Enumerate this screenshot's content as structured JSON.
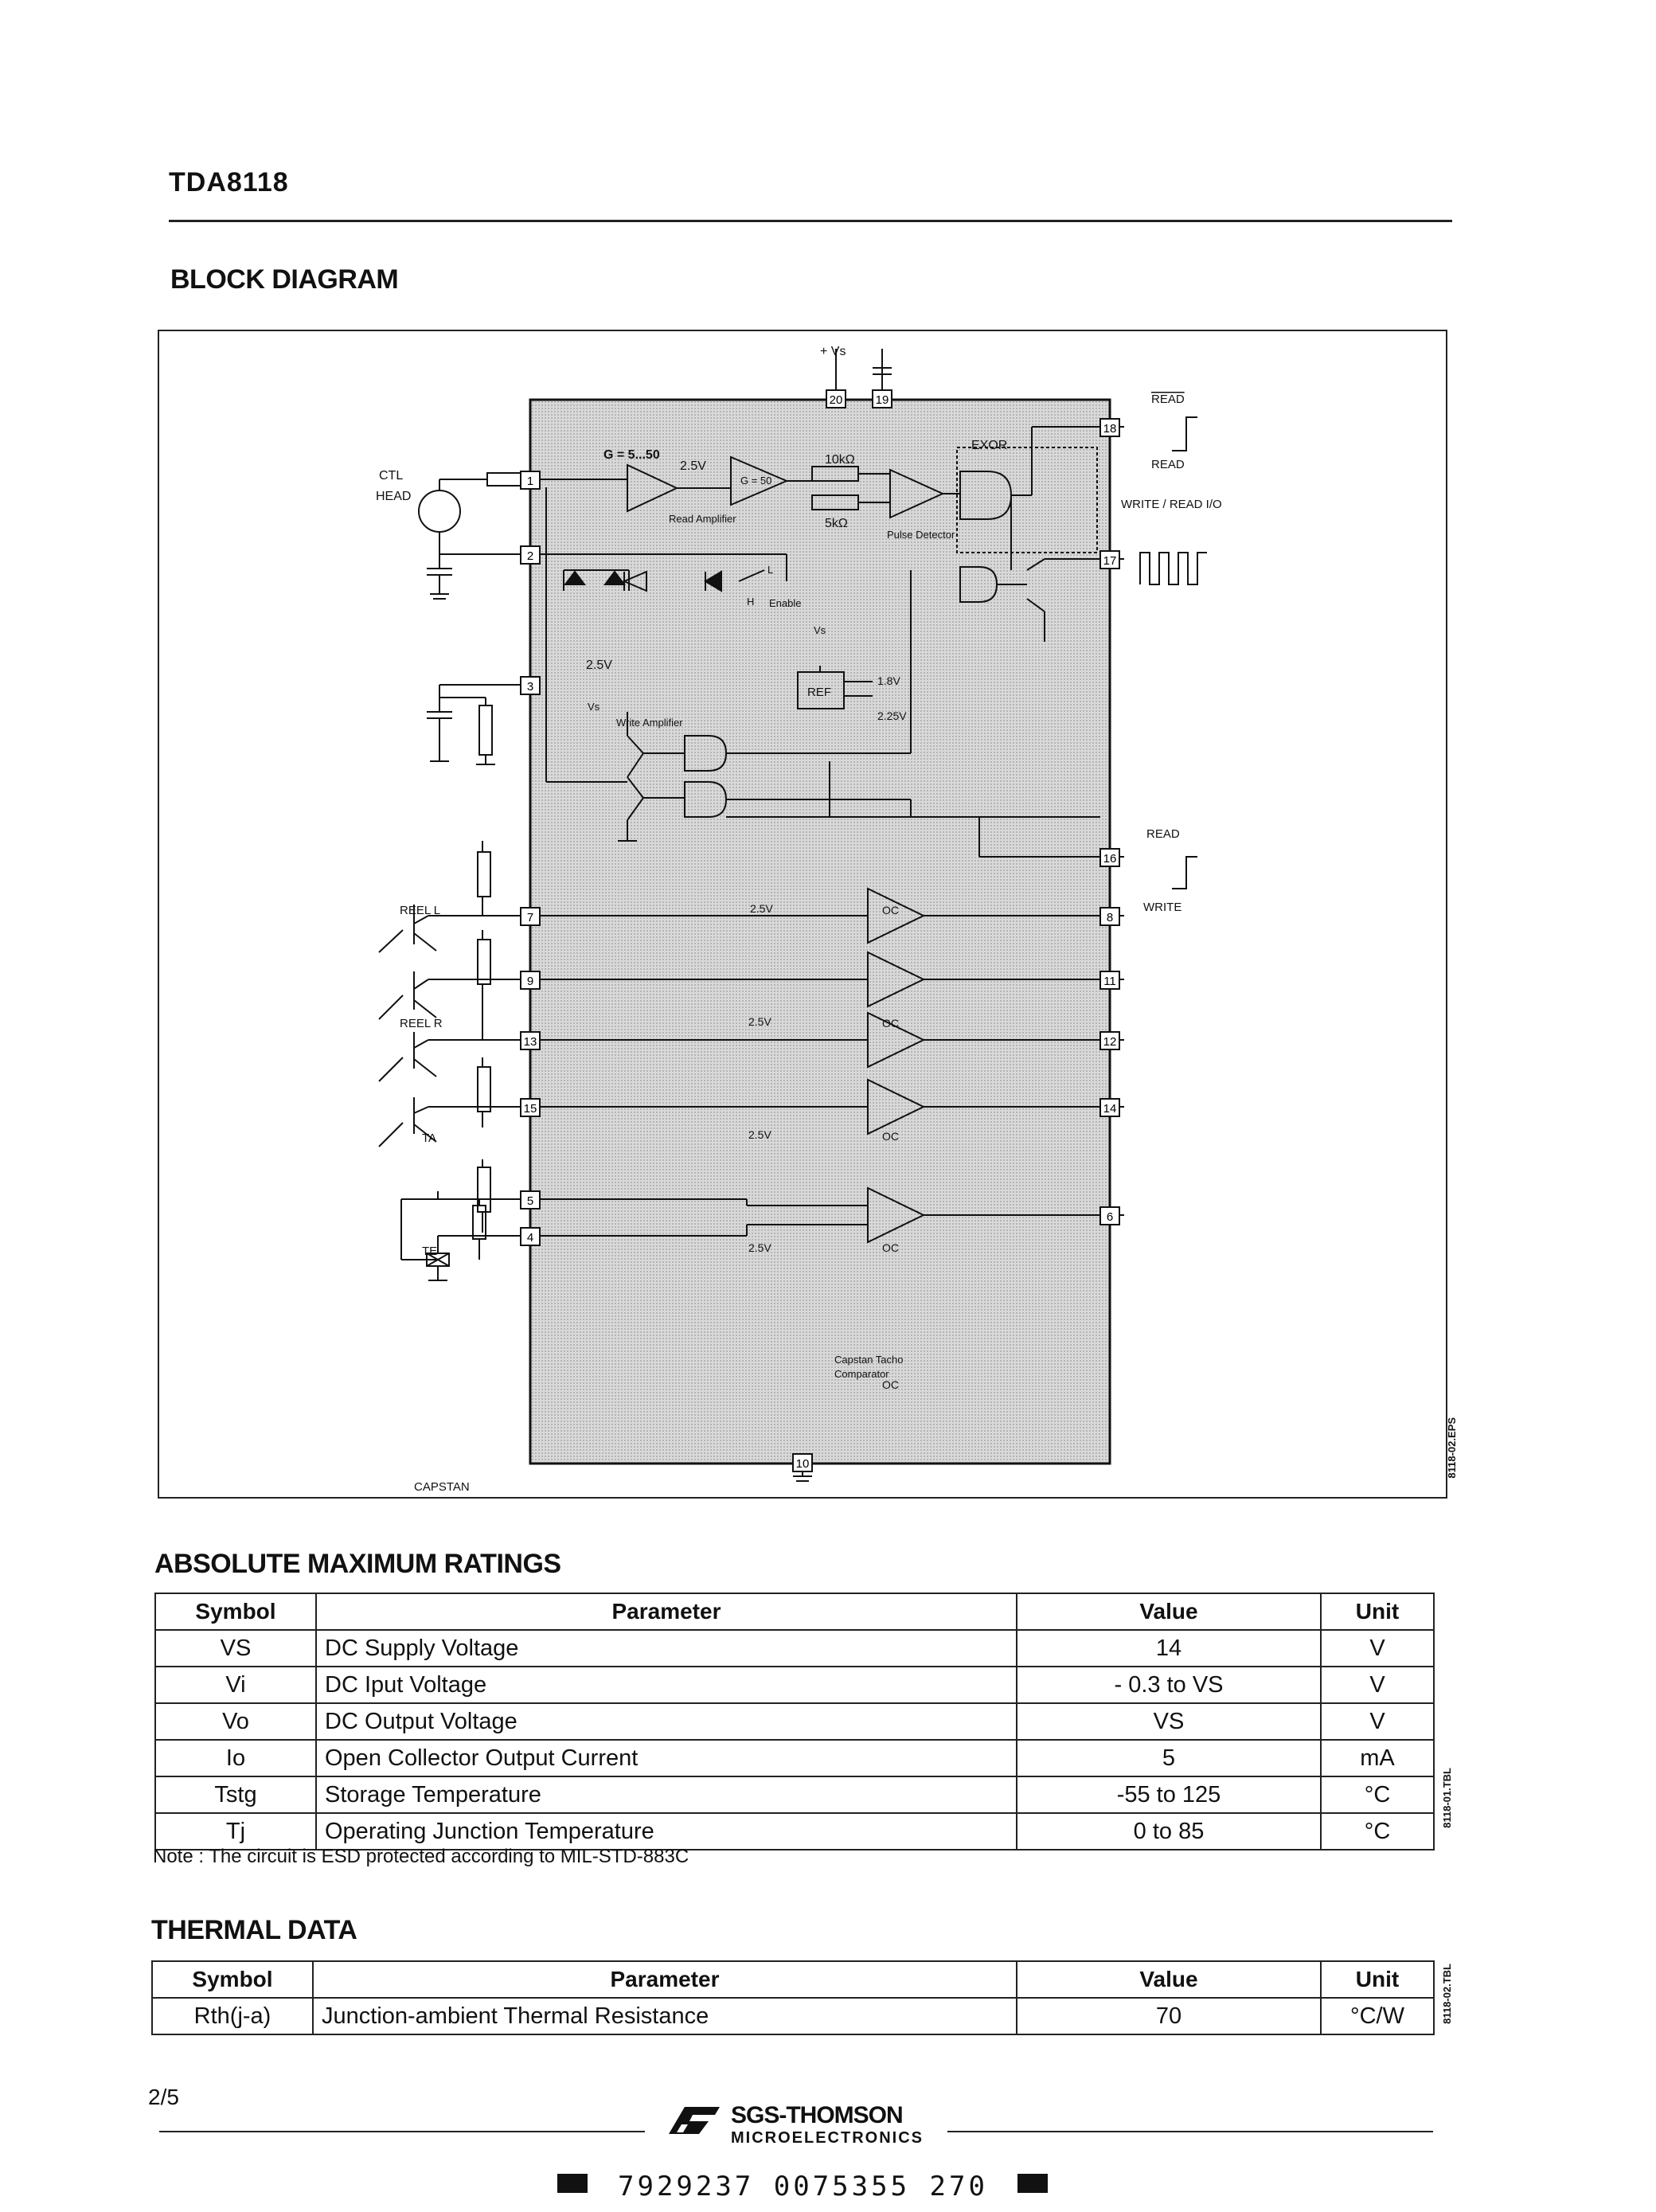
{
  "header": {
    "title": "TDA8118"
  },
  "block_diagram": {
    "heading": "BLOCK DIAGRAM",
    "side_code": "8118-02.EPS",
    "labels": {
      "vs_top": "+ Vs",
      "ctl_head": [
        "CTL",
        "HEAD"
      ],
      "gain": "G = 5...50",
      "v25": "2.5V",
      "g50": "G = 50",
      "r10k": "10kΩ",
      "r5k": "5kΩ",
      "exor": "EXOR",
      "read_amp": "Read Amplifier",
      "pulse_det": "Pulse Detector",
      "enable": "Enable",
      "l": "L",
      "h": "H",
      "vs": "Vs",
      "ref": "REF",
      "v18": "1.8V",
      "v225": "2.25V",
      "write_amp": "Write Amplifier",
      "read_bar": "READ",
      "read": "READ",
      "write_read_io": "WRITE / READ I/O",
      "read2": "READ",
      "write": "WRITE",
      "reel_l": "REEL L",
      "reel_r": "REEL R",
      "ta": "TA",
      "te": "TE",
      "oc": "OC",
      "capstan_tacho": "Capstan Tacho",
      "comparator": "Comparator",
      "capstan": "CAPSTAN"
    },
    "pins": [
      "20",
      "19",
      "18",
      "1",
      "2",
      "17",
      "3",
      "16",
      "7",
      "8",
      "9",
      "11",
      "13",
      "12",
      "15",
      "14",
      "5",
      "4",
      "6",
      "10"
    ]
  },
  "absolute_maximum_ratings": {
    "heading": "ABSOLUTE MAXIMUM RATINGS",
    "side_code": "8118-01.TBL",
    "columns": [
      "Symbol",
      "Parameter",
      "Value",
      "Unit"
    ],
    "rows": [
      {
        "symbol": "VS",
        "parameter": "DC Supply Voltage",
        "value": "14",
        "unit": "V"
      },
      {
        "symbol": "Vi",
        "parameter": "DC Iput Voltage",
        "value": "- 0.3 to VS",
        "unit": "V"
      },
      {
        "symbol": "Vo",
        "parameter": "DC Output Voltage",
        "value": "VS",
        "unit": "V"
      },
      {
        "symbol": "Io",
        "parameter": "Open Collector Output Current",
        "value": "5",
        "unit": "mA"
      },
      {
        "symbol": "Tstg",
        "parameter": "Storage Temperature",
        "value": "-55 to 125",
        "unit": "°C"
      },
      {
        "symbol": "Tj",
        "parameter": "Operating Junction Temperature",
        "value": "0 to 85",
        "unit": "°C"
      }
    ],
    "note": "Note : The circuit is ESD protected according to MIL-STD-883C"
  },
  "thermal_data": {
    "heading": "THERMAL DATA",
    "side_code": "8118-02.TBL",
    "columns": [
      "Symbol",
      "Parameter",
      "Value",
      "Unit"
    ],
    "rows": [
      {
        "symbol": "Rth(j-a)",
        "parameter": "Junction-ambient Thermal Resistance",
        "value": "70",
        "unit": "°C/W"
      }
    ]
  },
  "footer": {
    "page": "2/5",
    "brand_name": "SGS-THOMSON",
    "brand_sub": "MICROELECTRONICS",
    "barcode": "7929237 0075355 270"
  }
}
